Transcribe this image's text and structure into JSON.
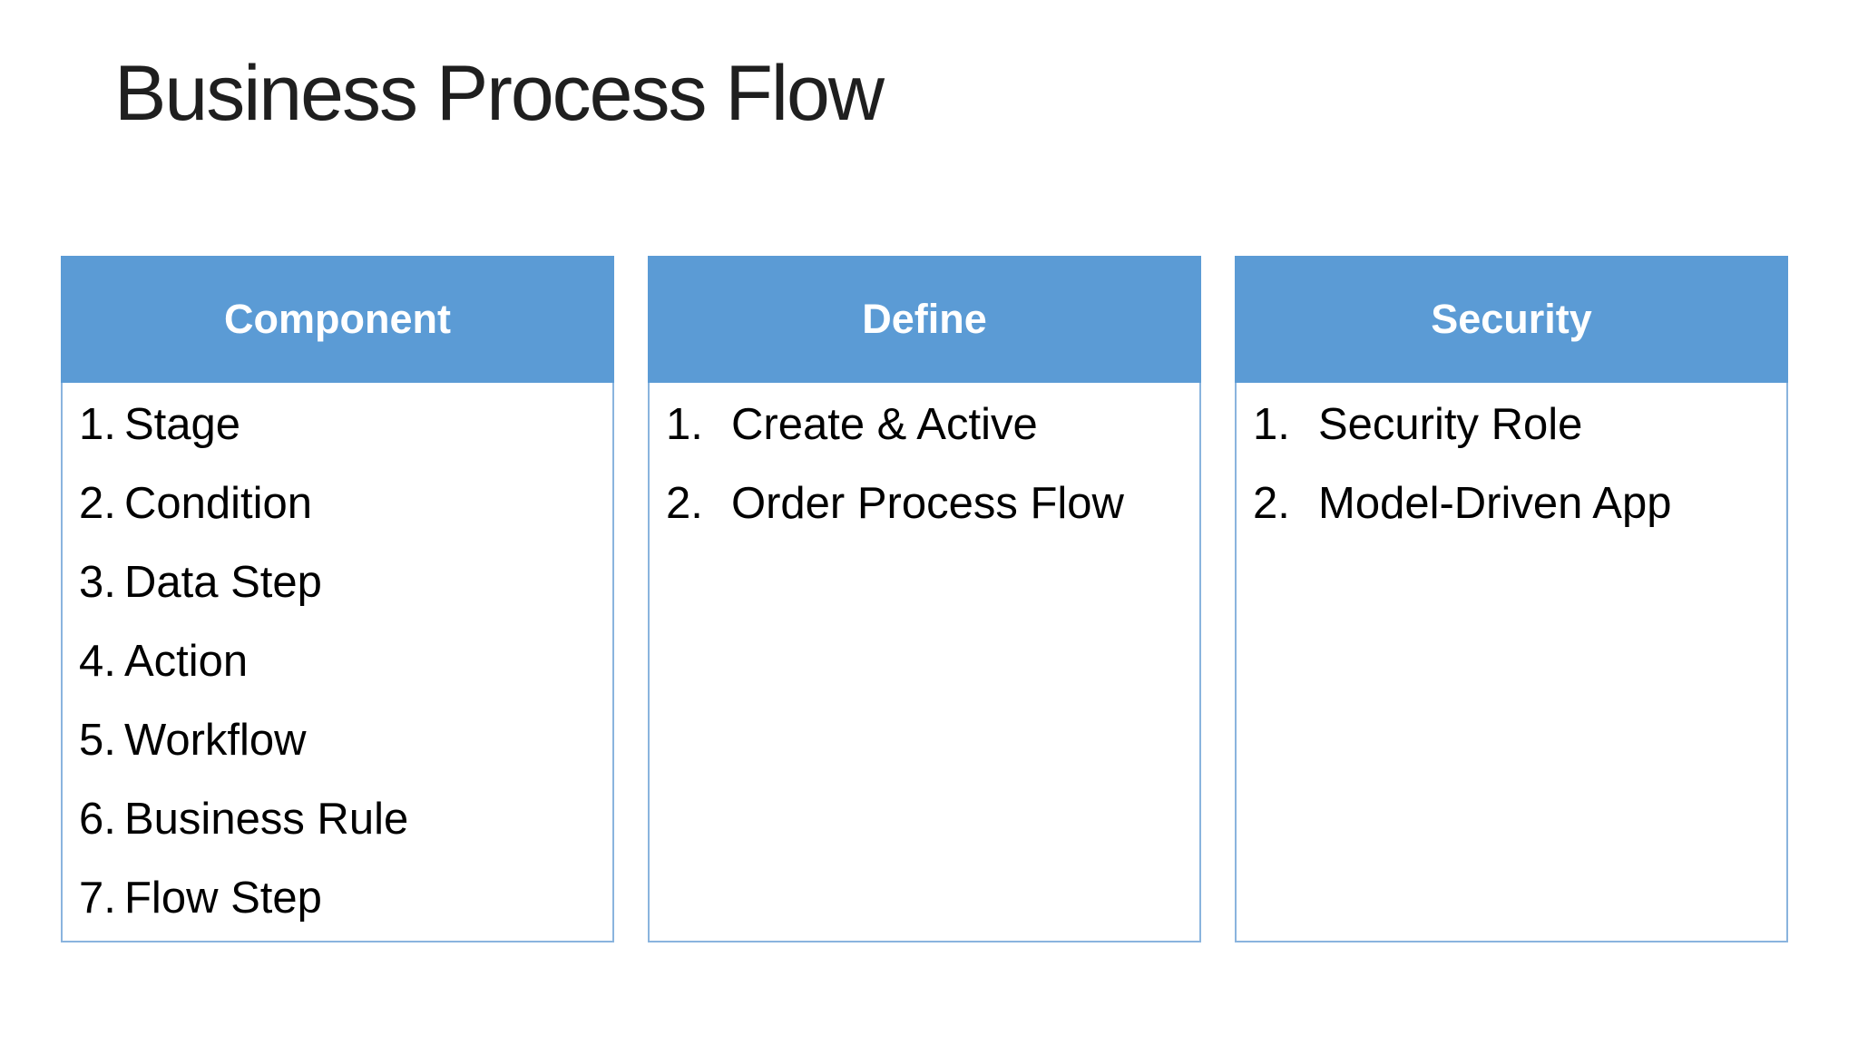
{
  "title": "Business Process Flow",
  "colors": {
    "background": "#ffffff",
    "header_bg": "#5b9bd5",
    "header_text": "#ffffff",
    "card_border": "#8ab4de",
    "body_text": "#000000",
    "title_text": "#1f1f1f"
  },
  "cards": [
    {
      "header": "Component",
      "items": [
        {
          "marker": "1.",
          "label": "Stage"
        },
        {
          "marker": "2.",
          "label": "Condition"
        },
        {
          "marker": "3.",
          "label": "Data Step"
        },
        {
          "marker": "4.",
          "label": "Action"
        },
        {
          "marker": "5.",
          "label": "Workflow"
        },
        {
          "marker": "6.",
          "label": "Business Rule"
        },
        {
          "marker": "7.",
          "label": "Flow Step"
        }
      ]
    },
    {
      "header": "Define",
      "items": [
        {
          "marker": "1.",
          "label": "Create & Active"
        },
        {
          "marker": "2.",
          "label": "Order Process Flow"
        }
      ]
    },
    {
      "header": "Security",
      "items": [
        {
          "marker": "1.",
          "label": "Security Role"
        },
        {
          "marker": "2.",
          "label": "Model-Driven App"
        }
      ]
    }
  ]
}
